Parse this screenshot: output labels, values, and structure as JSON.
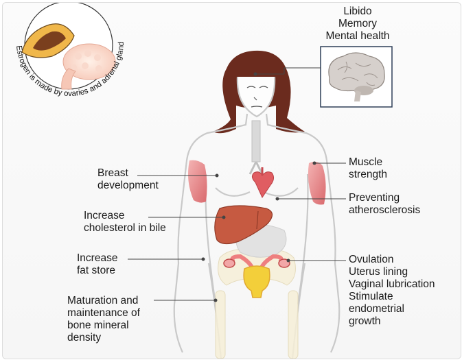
{
  "brain": {
    "lines": [
      "Libido",
      "Memory",
      "Mental health"
    ]
  },
  "ring_caption": "Estrogen is made by ovaries and adrenal glands",
  "left_labels": {
    "breast": [
      "Breast",
      "development"
    ],
    "cholesterol": [
      "Increase",
      "cholesterol in bile"
    ],
    "fat": [
      "Increase",
      "fat store"
    ],
    "bone": [
      "Maturation and",
      "maintenance of",
      "bone mineral",
      "density"
    ]
  },
  "right_labels": {
    "muscle": [
      "Muscle",
      "strength"
    ],
    "athero": [
      "Preventing",
      "atherosclerosis"
    ],
    "repro": [
      "Ovulation",
      "Uterus lining",
      "Vaginal lubrication",
      "Stimulate",
      "endometrial",
      "growth"
    ]
  },
  "colors": {
    "body_outline": "#c9c9c9",
    "hair": "#6b2b1e",
    "muscle": "#e7888a",
    "liver": "#c65a41",
    "heart": "#e05d62",
    "uterus": "#f3cf3a",
    "ovary_tube": "#ee7f7f"
  }
}
